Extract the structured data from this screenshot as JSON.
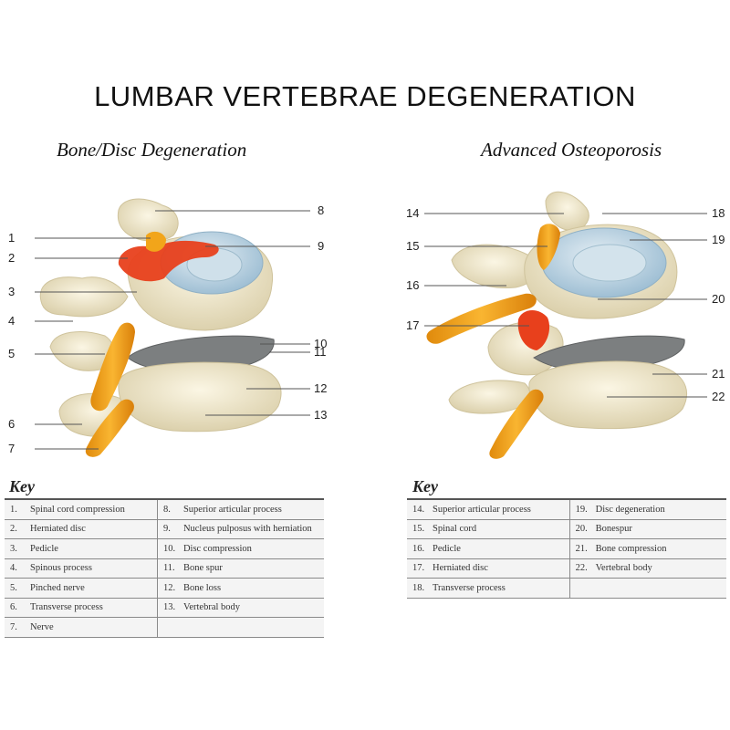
{
  "title": "LUMBAR VERTEBRAE DEGENERATION",
  "left_panel": {
    "subtitle": "Bone/Disc Degeneration",
    "callouts": [
      "1",
      "2",
      "3",
      "4",
      "5",
      "6",
      "7",
      "8",
      "9",
      "10",
      "11",
      "12",
      "13"
    ]
  },
  "right_panel": {
    "subtitle": "Advanced Osteoporosis",
    "callouts": [
      "14",
      "15",
      "16",
      "17",
      "18",
      "19",
      "20",
      "21",
      "22"
    ]
  },
  "key_left": {
    "heading": "Key",
    "rows": [
      [
        "1.",
        "Spinal cord compression",
        "8.",
        "Superior articular process"
      ],
      [
        "2.",
        "Herniated disc",
        "9.",
        "Nucleus pulposus with herniation"
      ],
      [
        "3.",
        "Pedicle",
        "10.",
        "Disc compression"
      ],
      [
        "4.",
        "Spinous process",
        "11.",
        "Bone spur"
      ],
      [
        "5.",
        "Pinched nerve",
        "12.",
        "Bone loss"
      ],
      [
        "6.",
        "Transverse process",
        "13.",
        "Vertebral body"
      ],
      [
        "7.",
        "Nerve",
        "",
        ""
      ]
    ]
  },
  "key_right": {
    "heading": "Key",
    "rows": [
      [
        "14.",
        "Superior articular process",
        "19.",
        "Disc degeneration"
      ],
      [
        "15.",
        "Spinal cord",
        "20.",
        "Bonespur"
      ],
      [
        "16.",
        "Pedicle",
        "21.",
        "Bone compression"
      ],
      [
        "17.",
        "Herniated disc",
        "22.",
        "Vertebral body"
      ],
      [
        "18.",
        "Transverse process",
        "",
        ""
      ]
    ]
  },
  "colors": {
    "bone": "#f1ead0",
    "bone_shadow": "#d9cfae",
    "nerve": "#f2a51a",
    "herniation": "#e8401c",
    "disc": "#b9d3e3",
    "disc_dark": "#7c7f80"
  }
}
